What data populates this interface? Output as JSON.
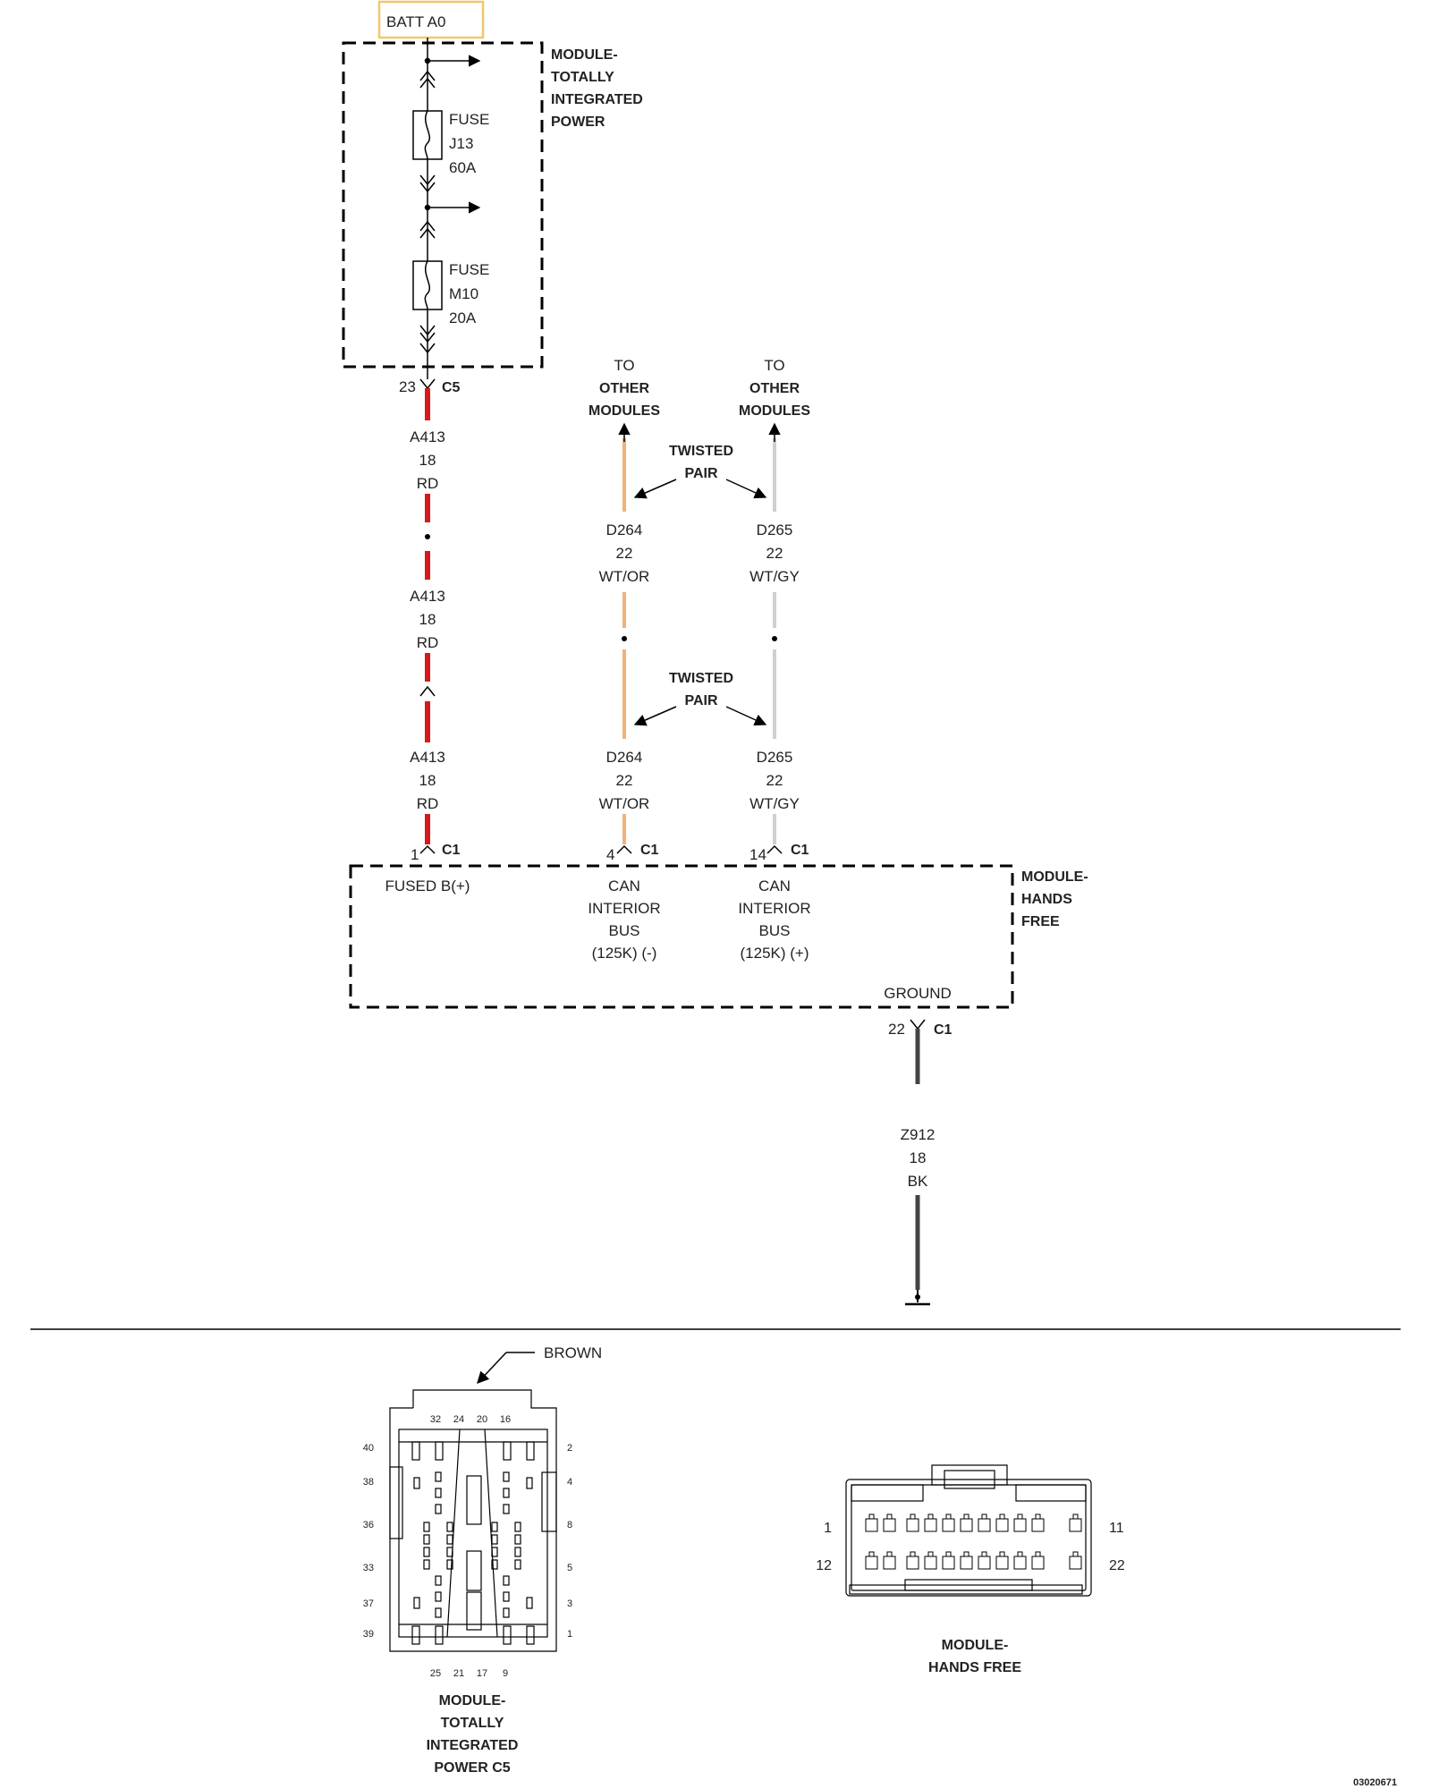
{
  "source": {
    "batt_label": "BATT A0"
  },
  "tipm": {
    "title": [
      "MODULE-",
      "TOTALLY",
      "INTEGRATED",
      "POWER"
    ],
    "fuse1": [
      "FUSE",
      "J13",
      "60A"
    ],
    "fuse2": [
      "FUSE",
      "M10",
      "20A"
    ],
    "out_pin": "23",
    "out_conn": "C5"
  },
  "wires": {
    "a413_1": [
      "A413",
      "18",
      "RD"
    ],
    "a413_2": [
      "A413",
      "18",
      "RD"
    ],
    "a413_3": [
      "A413",
      "18",
      "RD"
    ],
    "d264_1": [
      "D264",
      "22",
      "WT/OR"
    ],
    "d264_2": [
      "D264",
      "22",
      "WT/OR"
    ],
    "d265_1": [
      "D265",
      "22",
      "WT/GY"
    ],
    "d265_2": [
      "D265",
      "22",
      "WT/GY"
    ],
    "z912": [
      "Z912",
      "18",
      "BK"
    ],
    "colors": {
      "rd": "#d7191c",
      "wt_or": "#f0b27a",
      "wt_gy": "#cfcfcf",
      "bk": "#444444"
    }
  },
  "labels": {
    "to_other_left": [
      "TO",
      "OTHER",
      "MODULES"
    ],
    "to_other_right": [
      "TO",
      "OTHER",
      "MODULES"
    ],
    "twisted_pair_1": [
      "TWISTED",
      "PAIR"
    ],
    "twisted_pair_2": [
      "TWISTED",
      "PAIR"
    ]
  },
  "hands_free": {
    "title": [
      "MODULE-",
      "HANDS",
      "FREE"
    ],
    "pins": [
      {
        "num": "1",
        "conn": "C1",
        "desc": [
          "FUSED B(+)"
        ]
      },
      {
        "num": "4",
        "conn": "C1",
        "desc": [
          "CAN",
          "INTERIOR",
          "BUS",
          "(125K) (-)"
        ]
      },
      {
        "num": "14",
        "conn": "C1",
        "desc": [
          "CAN",
          "INTERIOR",
          "BUS",
          "(125K) (+)"
        ]
      },
      {
        "num": "22",
        "conn": "C1",
        "desc": [
          "GROUND"
        ]
      }
    ]
  },
  "connector_c5": {
    "color_label": "BROWN",
    "top_pins": [
      "32",
      "24",
      "20",
      "16"
    ],
    "bottom_pins": [
      "25",
      "21",
      "17",
      "9"
    ],
    "left_pins": [
      "40",
      "38",
      "36",
      "33",
      "37",
      "39"
    ],
    "right_pins": [
      "2",
      "4",
      "8",
      "5",
      "3",
      "1"
    ],
    "caption": [
      "MODULE-",
      "TOTALLY",
      "INTEGRATED",
      "POWER C5"
    ]
  },
  "connector_hf": {
    "left_pins": [
      "1",
      "12"
    ],
    "right_pins": [
      "11",
      "22"
    ],
    "caption": [
      "MODULE-",
      "HANDS FREE"
    ]
  },
  "drawing_code": "03020671"
}
